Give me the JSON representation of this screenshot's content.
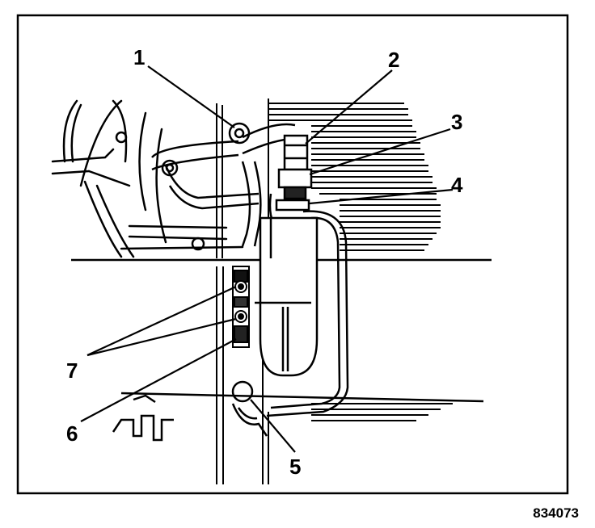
{
  "figure": {
    "callouts": [
      "1",
      "2",
      "3",
      "4",
      "5",
      "6",
      "7"
    ],
    "figure_id": "834073"
  }
}
